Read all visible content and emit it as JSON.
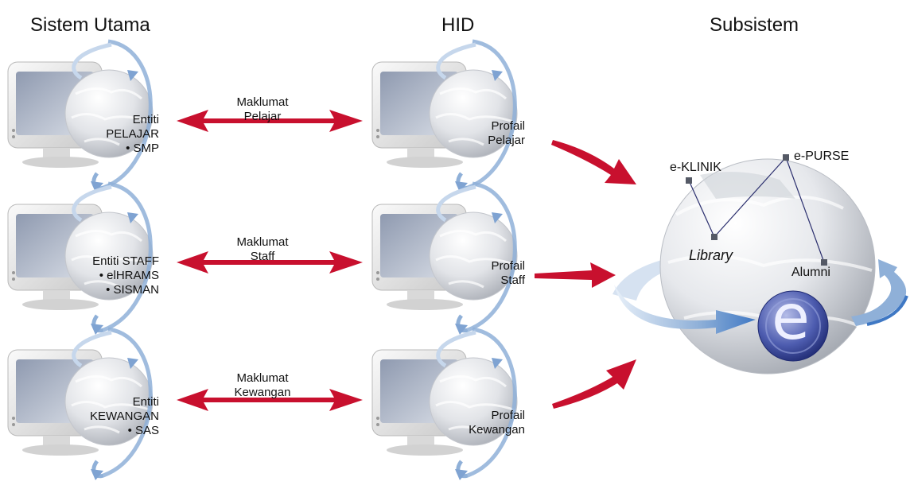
{
  "headings": {
    "main_system": "Sistem Utama",
    "hid": "HID",
    "subsystem": "Subsistem"
  },
  "rows": [
    {
      "entity_lines": [
        "Entiti",
        "PELAJAR",
        "• SMP"
      ],
      "info_lines": [
        "Maklumat",
        "Pelajar"
      ],
      "profile_lines": [
        "Profail",
        "Pelajar"
      ]
    },
    {
      "entity_lines": [
        "Entiti STAFF",
        "• elHRAMS",
        "• SISMAN"
      ],
      "info_lines": [
        "Maklumat",
        "Staff"
      ],
      "profile_lines": [
        "Profail",
        "Staff"
      ]
    },
    {
      "entity_lines": [
        "Entiti",
        "KEWANGAN",
        "• SAS"
      ],
      "info_lines": [
        "Maklumat",
        "Kewangan"
      ],
      "profile_lines": [
        "Profail",
        "Kewangan"
      ]
    }
  ],
  "subsystems": {
    "eklinik": "e-KLINIK",
    "epurse": "e-PURSE",
    "library": "Library",
    "alumni": "Alumni",
    "e_logo": "e"
  },
  "colors": {
    "arrow_red": "#c8102e",
    "ring_blue": "#8fb0d8",
    "line_navy": "#2b2f6e"
  }
}
